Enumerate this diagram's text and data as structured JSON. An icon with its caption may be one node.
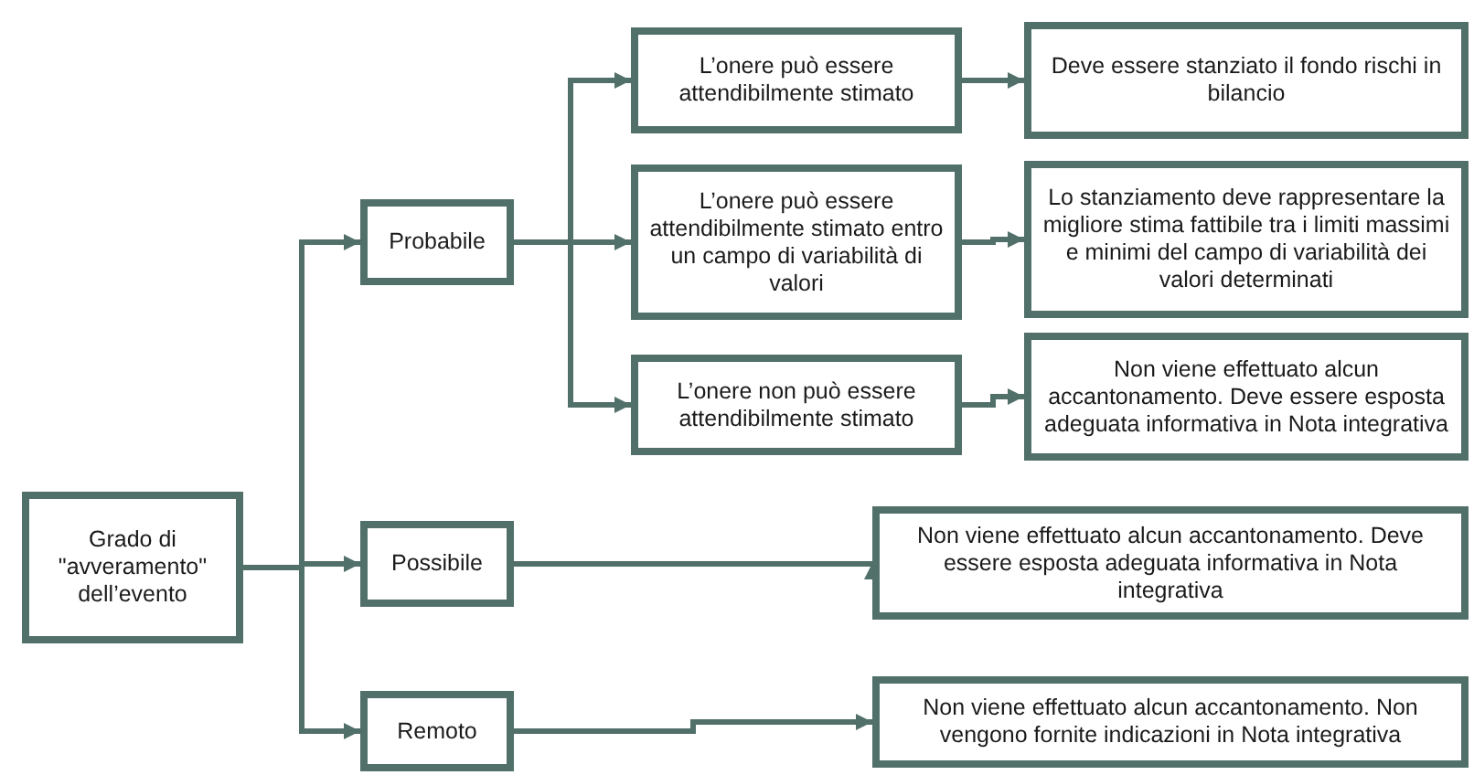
{
  "diagram": {
    "nodes": [
      {
        "text": [
          "Grado di \"avveramento\" dell’evento"
        ]
      },
      {
        "text": [
          "Probabile"
        ]
      },
      {
        "text": [
          "L’onere può essere attendibilmente stimato"
        ]
      },
      {
        "text": [
          "Deve essere stanziato il fondo rischi in bilancio"
        ]
      },
      {
        "text": [
          "L’onere può essere attendibilmente stimato entro un campo di variabilità di valori"
        ]
      },
      {
        "text": [
          "Lo stanziamento deve rappresentare la migliore stima fattibile tra i limiti massimi e minimi del campo di variabilità dei valori determinati"
        ]
      },
      {
        "text": [
          "L’onere non può essere attendibilmente stimato"
        ]
      },
      {
        "text": [
          "Non viene effettuato alcun accantonamento. Deve essere esposta adeguata informativa in Nota integrativa"
        ]
      },
      {
        "text": [
          "Possibile"
        ]
      },
      {
        "text": [
          "Non viene effettuato alcun accantonamento. Deve essere esposta adeguata informativa in Nota integrativa"
        ]
      },
      {
        "text": [
          "Remoto"
        ]
      },
      {
        "text": [
          "Non viene effettuato alcun accantonamento. Non vengono fornite indicazioni in Nota integrativa"
        ]
      }
    ],
    "edges": [
      {
        "from": 0,
        "to": 1,
        "arrow": "to"
      },
      {
        "from": 0,
        "to": 8,
        "arrow": "to"
      },
      {
        "from": 0,
        "to": 10,
        "arrow": "to"
      },
      {
        "from": 1,
        "to": 2,
        "arrow": "to"
      },
      {
        "from": 1,
        "to": 4,
        "arrow": "to"
      },
      {
        "from": 1,
        "to": 6,
        "arrow": "to"
      },
      {
        "from": 2,
        "to": 3,
        "arrow": "to"
      },
      {
        "from": 4,
        "to": 5,
        "arrow": "to"
      },
      {
        "from": 6,
        "to": 7,
        "arrow": "to"
      },
      {
        "from": 8,
        "to": 9,
        "arrow": "to"
      },
      {
        "from": 10,
        "to": 11,
        "arrow": "to"
      }
    ]
  }
}
